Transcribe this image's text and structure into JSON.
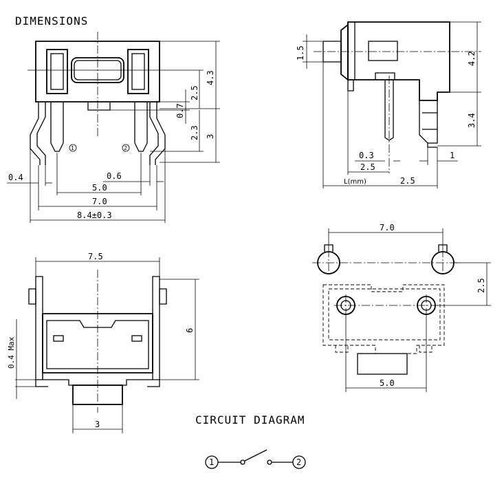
{
  "titles": {
    "dimensions": "DIMENSIONS",
    "circuit": "CIRCUIT DIAGRAM"
  },
  "front_view": {
    "dims": {
      "d43": "4.3",
      "d25": "2.5",
      "d07": "0.7",
      "d23": "2.3",
      "d3": "3",
      "d04": "0.4",
      "d06": "0.6",
      "d50": "5.0",
      "d70": "7.0",
      "d84": "8.4±0.3"
    },
    "pins": [
      "1",
      "2"
    ]
  },
  "side_view": {
    "dims": {
      "d15": "1.5",
      "d42": "4.2",
      "d34": "3.4",
      "d03": "0.3",
      "d1": "1",
      "d25a": "2.5",
      "dL": "L(mm)",
      "d25b": "2.5"
    }
  },
  "bottom_view": {
    "dims": {
      "d75": "7.5",
      "d6": "6",
      "d04max": "0.4 Max",
      "d3": "3"
    }
  },
  "pcb_view": {
    "dims": {
      "d70": "7.0",
      "d25": "2.5",
      "d50": "5.0"
    }
  },
  "circuit": {
    "terminals": [
      "1",
      "2"
    ]
  }
}
